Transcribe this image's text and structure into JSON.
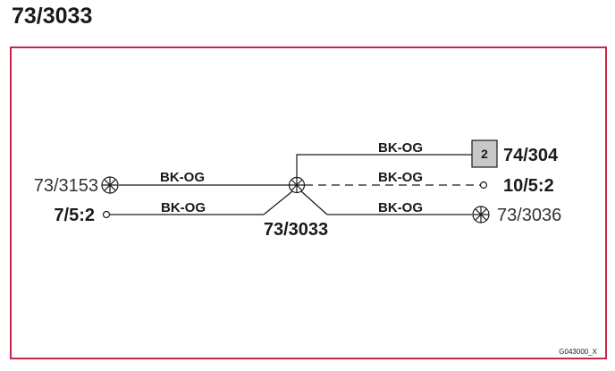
{
  "title": "73/3033",
  "connectors": {
    "left_upper": "73/3153",
    "left_lower": "7/5:2",
    "center": "73/3033",
    "right_top": "74/304",
    "right_middle": "10/5:2",
    "right_lower": "73/3036"
  },
  "wires": {
    "left_upper": "BK-OG",
    "left_lower": "BK-OG",
    "right_top": "BK-OG",
    "right_middle": "BK-OG",
    "right_lower": "BK-OG"
  },
  "component_box": {
    "label": "2",
    "fill": "#c8c8c8"
  },
  "reference_code": "G043000_X",
  "colors": {
    "frame": "#c8254a",
    "wire": "#1a1a1a"
  }
}
